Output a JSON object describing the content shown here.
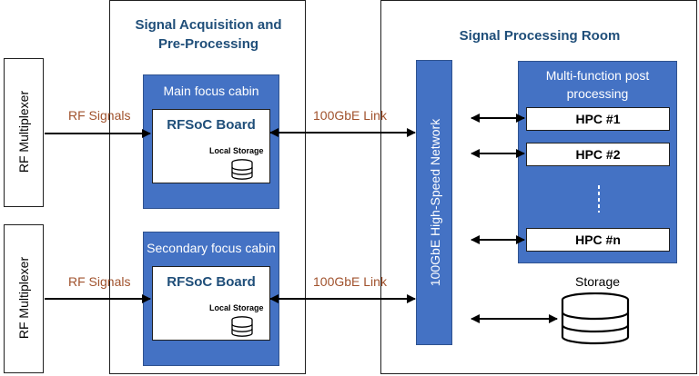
{
  "rf_multiplexer_top": "RF Multiplexer",
  "rf_multiplexer_bottom": "RF Multiplexer",
  "acquisition_title_line1": "Signal Acquisition and",
  "acquisition_title_line2": "Pre-Processing",
  "main_cabin": {
    "title": "Main focus cabin",
    "board": "RFSoC Board",
    "storage": "Local Storage"
  },
  "secondary_cabin": {
    "title": "Secondary focus cabin",
    "board": "RFSoC Board",
    "storage": "Local Storage"
  },
  "rf_signals_top": "RF Signals",
  "rf_signals_bottom": "RF Signals",
  "link_top": "100GbE Link",
  "link_bottom": "100GbE Link",
  "processing_room_title": "Signal Processing Room",
  "network_label": "100GbE High-Speed Network",
  "post_processing_line1": "Multi-function post",
  "post_processing_line2": "processing",
  "hpc_nodes": [
    "HPC #1",
    "HPC #2",
    "HPC #n"
  ],
  "storage_label": "Storage",
  "colors": {
    "blue": "#4472c4",
    "title": "#1f4e79",
    "signal": "#a0522d"
  }
}
